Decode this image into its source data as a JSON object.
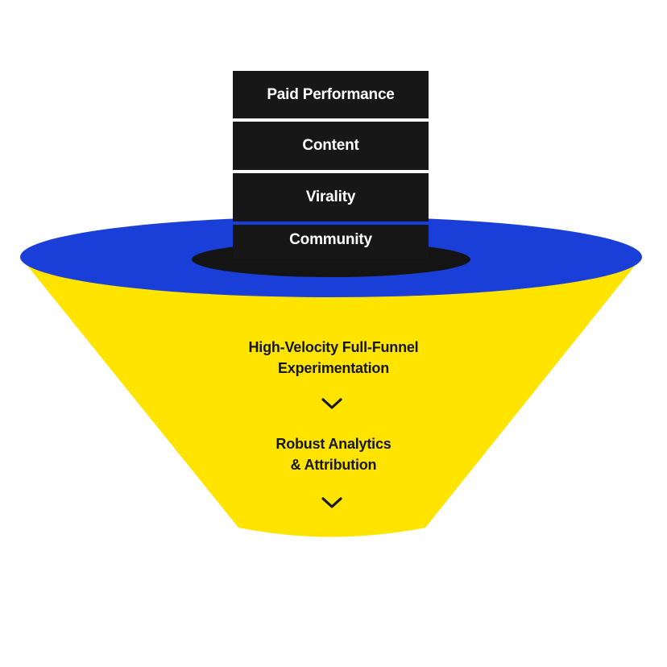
{
  "colors": {
    "funnel_rim": "#1a3fd9",
    "funnel_body": "#ffe400",
    "funnel_hole": "#141414",
    "block_fill": "#171717",
    "text_dark": "#161616",
    "text_light": "#ffffff"
  },
  "stack": {
    "items": [
      {
        "label": "Paid Performance"
      },
      {
        "label": "Content"
      },
      {
        "label": "Virality"
      },
      {
        "label": "Community"
      }
    ]
  },
  "funnel": {
    "stages": [
      {
        "line1": "High-Velocity Full-Funnel",
        "line2": "Experimentation",
        "arrow_icon": "chevron-down-icon"
      },
      {
        "line1": "Robust Analytics",
        "line2": "& Attribution",
        "arrow_icon": "chevron-down-icon"
      }
    ]
  }
}
